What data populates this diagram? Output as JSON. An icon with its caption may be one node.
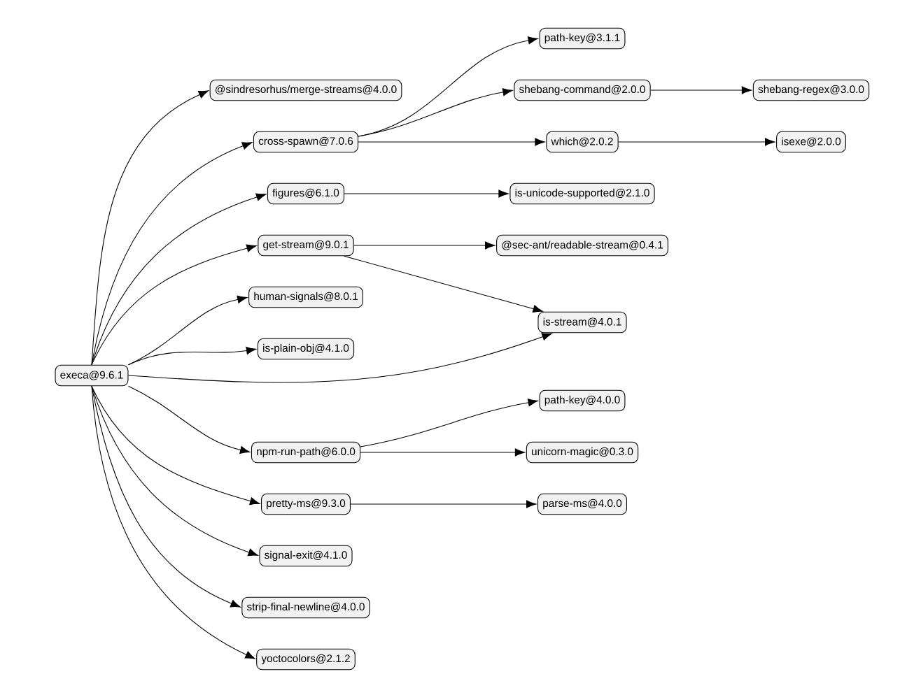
{
  "diagram": {
    "nodes": [
      {
        "text": [
          "execa@9.6.1"
        ]
      },
      {
        "text": [
          "@sindresorhus/merge-streams@4.0.0"
        ]
      },
      {
        "text": [
          "cross-spawn@7.0.6"
        ]
      },
      {
        "text": [
          "figures@6.1.0"
        ]
      },
      {
        "text": [
          "get-stream@9.0.1"
        ]
      },
      {
        "text": [
          "human-signals@8.0.1"
        ]
      },
      {
        "text": [
          "is-plain-obj@4.1.0"
        ]
      },
      {
        "text": [
          "npm-run-path@6.0.0"
        ]
      },
      {
        "text": [
          "pretty-ms@9.3.0"
        ]
      },
      {
        "text": [
          "signal-exit@4.1.0"
        ]
      },
      {
        "text": [
          "strip-final-newline@4.0.0"
        ]
      },
      {
        "text": [
          "yoctocolors@2.1.2"
        ]
      },
      {
        "text": [
          "path-key@3.1.1"
        ]
      },
      {
        "text": [
          "shebang-command@2.0.0"
        ]
      },
      {
        "text": [
          "which@2.0.2"
        ]
      },
      {
        "text": [
          "is-unicode-supported@2.1.0"
        ]
      },
      {
        "text": [
          "@sec-ant/readable-stream@0.4.1"
        ]
      },
      {
        "text": [
          "is-stream@4.0.1"
        ]
      },
      {
        "text": [
          "path-key@4.0.0"
        ]
      },
      {
        "text": [
          "unicorn-magic@0.3.0"
        ]
      },
      {
        "text": [
          "parse-ms@4.0.0"
        ]
      },
      {
        "text": [
          "shebang-regex@3.0.0"
        ]
      },
      {
        "text": [
          "isexe@2.0.0"
        ]
      }
    ],
    "edges": [
      {
        "from": 0,
        "to": 1,
        "arrow": "to"
      },
      {
        "from": 0,
        "to": 2,
        "arrow": "to"
      },
      {
        "from": 0,
        "to": 3,
        "arrow": "to"
      },
      {
        "from": 0,
        "to": 4,
        "arrow": "to"
      },
      {
        "from": 0,
        "to": 5,
        "arrow": "to"
      },
      {
        "from": 0,
        "to": 6,
        "arrow": "to"
      },
      {
        "from": 0,
        "to": 17,
        "arrow": "to"
      },
      {
        "from": 0,
        "to": 7,
        "arrow": "to"
      },
      {
        "from": 0,
        "to": 8,
        "arrow": "to"
      },
      {
        "from": 0,
        "to": 9,
        "arrow": "to"
      },
      {
        "from": 0,
        "to": 10,
        "arrow": "to"
      },
      {
        "from": 0,
        "to": 11,
        "arrow": "to"
      },
      {
        "from": 2,
        "to": 12,
        "arrow": "to"
      },
      {
        "from": 2,
        "to": 13,
        "arrow": "to"
      },
      {
        "from": 2,
        "to": 14,
        "arrow": "to"
      },
      {
        "from": 3,
        "to": 15,
        "arrow": "to"
      },
      {
        "from": 4,
        "to": 16,
        "arrow": "to"
      },
      {
        "from": 4,
        "to": 17,
        "arrow": "to"
      },
      {
        "from": 7,
        "to": 18,
        "arrow": "to"
      },
      {
        "from": 7,
        "to": 19,
        "arrow": "to"
      },
      {
        "from": 8,
        "to": 20,
        "arrow": "to"
      },
      {
        "from": 13,
        "to": 21,
        "arrow": "to"
      },
      {
        "from": 14,
        "to": 22,
        "arrow": "to"
      }
    ]
  }
}
